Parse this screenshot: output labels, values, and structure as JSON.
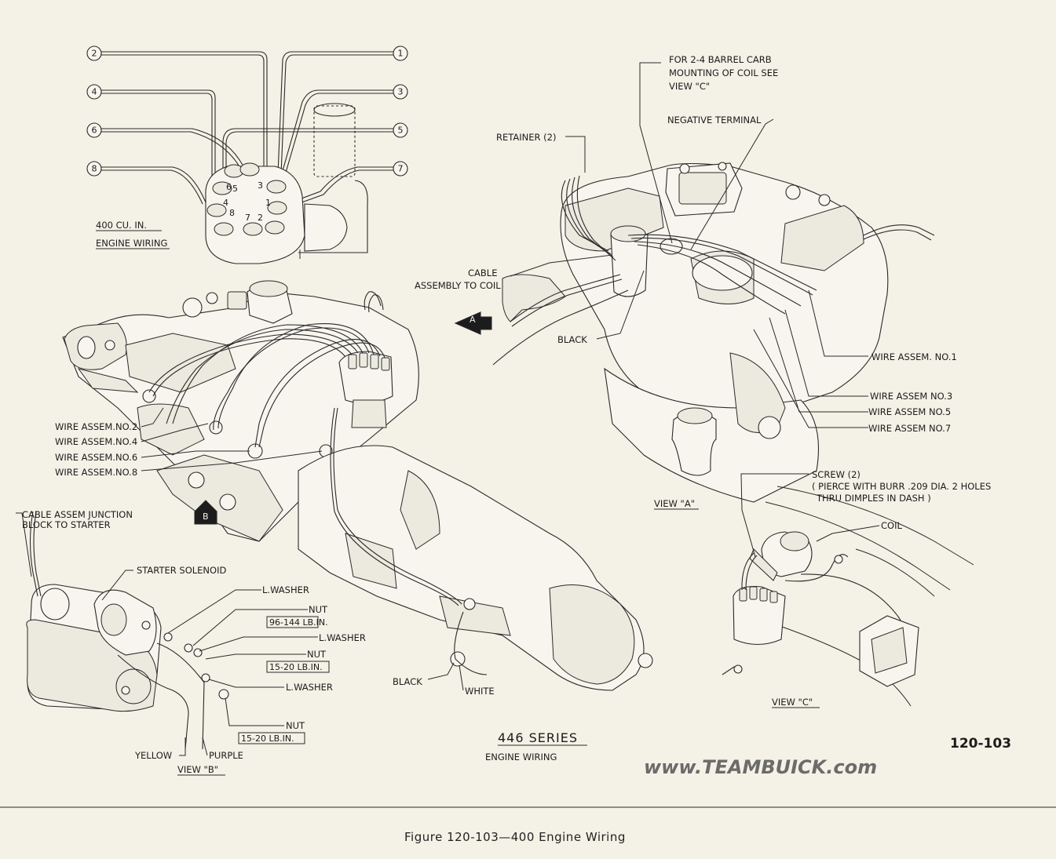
{
  "inset_400": {
    "title": "400 CU. IN.",
    "subtitle": "ENGINE WIRING",
    "left_numbers": [
      "2",
      "4",
      "6",
      "8"
    ],
    "right_numbers": [
      "1",
      "3",
      "5",
      "7"
    ],
    "cap_numbers": [
      "6",
      "5",
      "3",
      "4",
      "1",
      "8",
      "7",
      "2"
    ]
  },
  "view_a": {
    "note": [
      "FOR 2-4 BARREL CARB",
      "MOUNTING OF COIL SEE",
      "VIEW \"C\""
    ],
    "negative_terminal": "NEGATIVE TERMINAL",
    "retainer": "RETAINER (2)",
    "cable_assembly": [
      "CABLE",
      "ASSEMBLY TO COIL"
    ],
    "black": "BLACK",
    "arrow_letter": "A",
    "wire_assem": [
      "WIRE ASSEM. NO.1",
      "WIRE ASSEM NO.3",
      "WIRE ASSEM NO.5",
      "WIRE ASSEM NO.7"
    ],
    "caption": "VIEW \"A\""
  },
  "main": {
    "wire_assem": [
      "WIRE ASSEM.NO.2",
      "WIRE ASSEM.NO.4",
      "WIRE ASSEM.NO.6",
      "WIRE ASSEM.NO.8"
    ],
    "arrow_letter": "B",
    "black": "BLACK",
    "white": "WHITE"
  },
  "view_b": {
    "junction": [
      "CABLE ASSEM JUNCTION",
      "BLOCK TO STARTER"
    ],
    "starter_solenoid": "STARTER SOLENOID",
    "l_washer": "L.WASHER",
    "nut": "NUT",
    "torque_1": "96-144 LB.IN.",
    "torque_2": "15-20 LB.IN.",
    "torque_3": "15-20 LB.IN.",
    "yellow": "YELLOW",
    "purple": "PURPLE",
    "caption": "VIEW \"B\""
  },
  "view_c": {
    "screw": "SCREW (2)",
    "screw_note": [
      "( PIERCE WITH BURR .209 DIA. 2 HOLES",
      "THRU DIMPLES IN DASH )"
    ],
    "coil": "COIL",
    "caption": "VIEW \"C\""
  },
  "series_title": "446 SERIES",
  "series_subtitle": "ENGINE   WIRING",
  "figure_code": "120-103",
  "watermark": "www.TEAMBUICK.com",
  "figure_caption": "Figure 120-103—400 Engine Wiring"
}
